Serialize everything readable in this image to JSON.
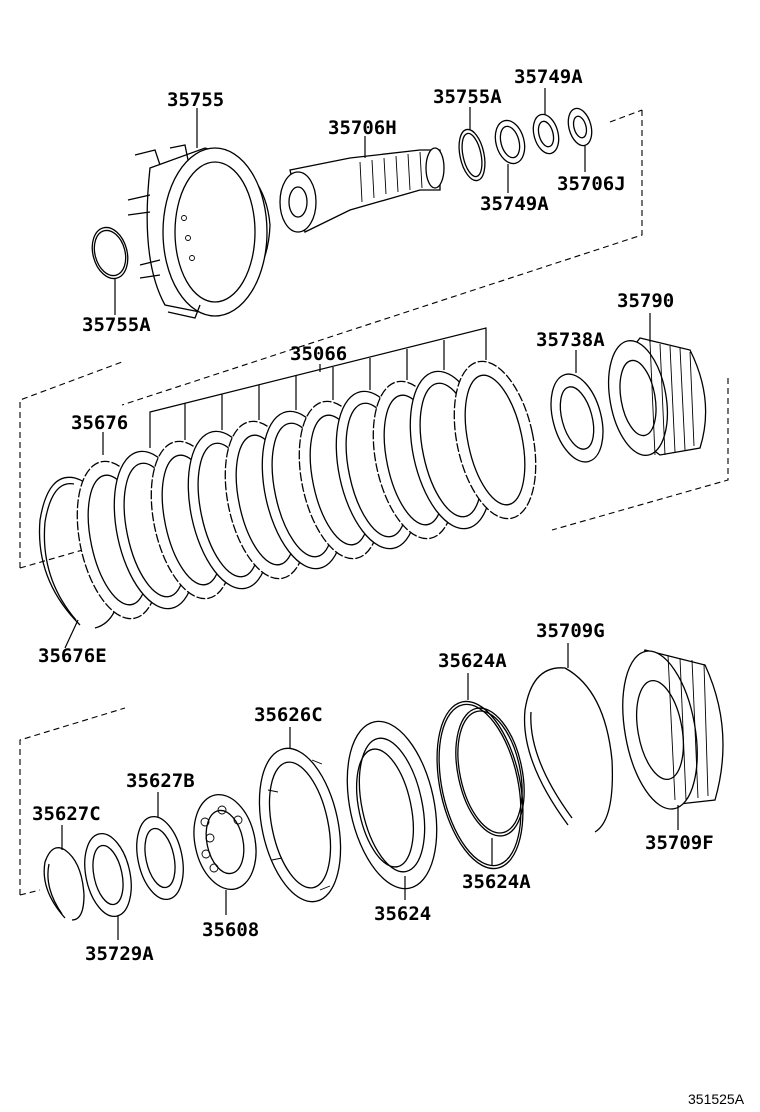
{
  "labels": {
    "p35755": "35755",
    "p35706H": "35706H",
    "p35755A_top": "35755A",
    "p35749A_top": "35749A",
    "p35706J": "35706J",
    "p35749A_bottom": "35749A",
    "p35755A_left": "35755A",
    "p35790": "35790",
    "p35066": "35066",
    "p35738A": "35738A",
    "p35676": "35676",
    "p35676E": "35676E",
    "p35709G": "35709G",
    "p35624A_top": "35624A",
    "p35626C": "35626C",
    "p35627B": "35627B",
    "p35627C": "35627C",
    "p35709F": "35709F",
    "p35624A_bottom": "35624A",
    "p35624": "35624",
    "p35608": "35608",
    "p35729A": "35729A"
  },
  "diagram_code": "351525A"
}
